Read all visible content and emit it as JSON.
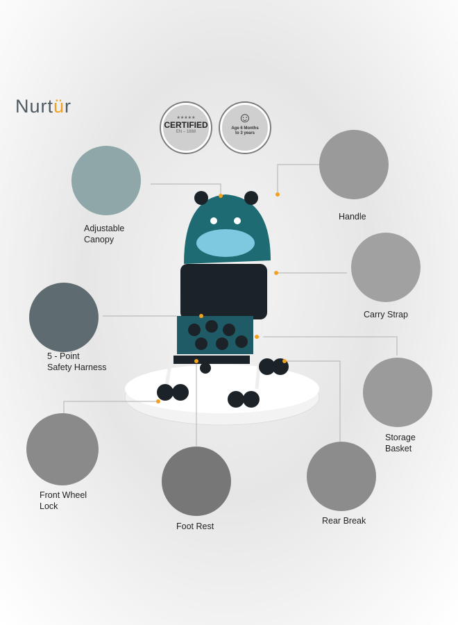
{
  "brand": {
    "name_prefix": "Nurt",
    "name_accent": "ü",
    "name_suffix": "r"
  },
  "badges": {
    "certified": {
      "stars": "★★★★★",
      "title": "CERTIFIED",
      "standard": "EN – 1888"
    },
    "age": {
      "line1": "Age 6 Months",
      "line2": "to 3 years"
    }
  },
  "features": {
    "canopy": {
      "line1": "Adjustable",
      "line2": "Canopy"
    },
    "handle": {
      "line1": "Handle"
    },
    "carry_strap": {
      "line1": "Carry Strap"
    },
    "harness": {
      "line1": "5 - Point",
      "line2": "Safety Harness"
    },
    "storage": {
      "line1": "Storage",
      "line2": "Basket"
    },
    "front_wheel": {
      "line1": "Front Wheel",
      "line2": "Lock"
    },
    "foot_rest": {
      "line1": "Foot Rest"
    },
    "rear_break": {
      "line1": "Rear Break"
    }
  },
  "colors": {
    "accent": "#f2a11f",
    "teal": "#1f6b74",
    "dark": "#1c2328"
  }
}
